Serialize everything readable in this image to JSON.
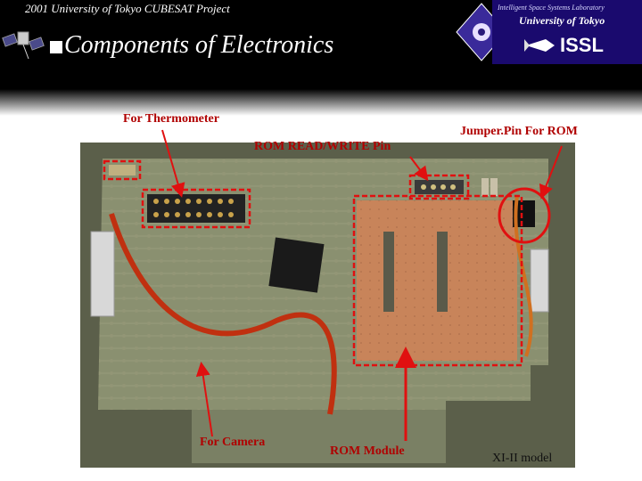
{
  "header": {
    "project_title": "2001 University of Tokyo CUBESAT Project",
    "slide_title": "Components of Electronics",
    "logo_lab": "Intelligent Space Systems Laboratory",
    "logo_university": "University of Tokyo",
    "logo_acronym": "ISSL"
  },
  "labels": {
    "thermometer": "For Thermometer",
    "rom_rw_pin": "ROM READ/WRITE Pin",
    "jumper_pin": "Jumper.Pin For ROM",
    "camera": "For Camera",
    "rom_module": "ROM Module",
    "model": "XI-II model"
  },
  "colors": {
    "header_bg": "#000000",
    "highlight": "#e01010",
    "board_green": "#8a9070",
    "copper": "#c8845a",
    "logo_bg": "#1a0a6e"
  }
}
